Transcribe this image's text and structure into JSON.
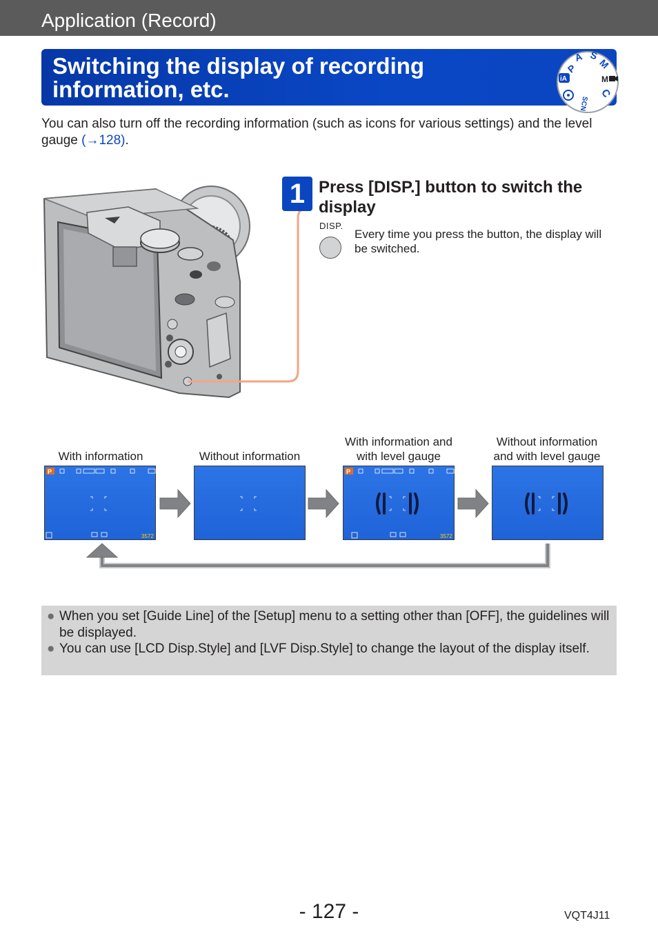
{
  "header": {
    "section": "Application (Record)"
  },
  "title": {
    "line1": "Switching the display of recording",
    "line2": "information, etc."
  },
  "mode_dial": {
    "letters": [
      "P",
      "A",
      "S",
      "M"
    ],
    "icons": [
      "intelligent-auto-icon",
      "movie-icon",
      "custom-icon",
      "scene-icon",
      "creative-control-icon"
    ],
    "ia": "iA",
    "scn": "SCN",
    "c": "C"
  },
  "intro": {
    "text": "You can also turn off the recording information (such as icons for various settings) and the level gauge ",
    "link": "(→128)",
    "period": "."
  },
  "step": {
    "number": "1",
    "heading": "Press [DISP.] button to switch the display",
    "button_label": "DISP.",
    "description": "Every time you press the button, the display will be switched."
  },
  "screens": [
    {
      "caption": "With information",
      "has_info": true,
      "has_level": false
    },
    {
      "caption": "Without information",
      "has_info": false,
      "has_level": false
    },
    {
      "caption_line1": "With information and",
      "caption_line2": "with level gauge",
      "has_info": true,
      "has_level": true
    },
    {
      "caption_line1": "Without information",
      "caption_line2": "and with level gauge",
      "has_info": false,
      "has_level": true
    }
  ],
  "osd": {
    "mode": "P",
    "count": "3572"
  },
  "colors": {
    "accent": "#0b46c0",
    "topbar": "#5b5b5b",
    "screen": "#2468dc",
    "arrow": "#808285",
    "callout": "#f4a582"
  },
  "notes": [
    "When you set [Guide Line] of the [Setup] menu to a setting other than [OFF], the guidelines will be displayed.",
    "You can use [LCD Disp.Style] and [LVF Disp.Style] to change the layout of the display itself."
  ],
  "footer": {
    "page": "- 127 -",
    "code": "VQT4J11"
  }
}
